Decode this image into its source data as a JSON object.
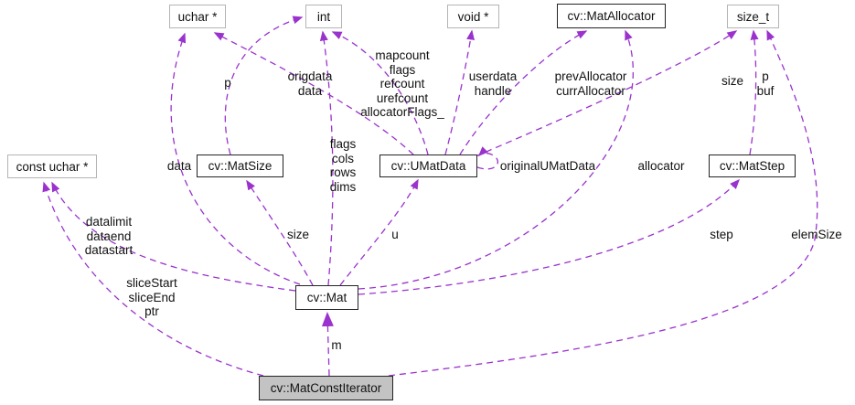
{
  "diagram_title": "cv::MatConstIterator collaboration graph",
  "colors": {
    "edge": "#9a32cd",
    "node_border_linked": "#232323",
    "node_border_plain": "#b4b4b4",
    "current_fill": "#c3c3c3",
    "text": "#111111"
  },
  "nodes": {
    "uchar_ptr": "uchar *",
    "int_type": "int",
    "void_ptr": "void *",
    "mat_allocator": "cv::MatAllocator",
    "size_t_type": "size_t",
    "const_uchar_ptr": "const uchar *",
    "mat_size": "cv::MatSize",
    "umat_data": "cv::UMatData",
    "mat_step": "cv::MatStep",
    "mat": "cv::Mat",
    "mat_const_iterator": "cv::MatConstIterator"
  },
  "edge_labels": {
    "p_matsize": "p",
    "origdata_data": "origdata\ndata",
    "umatdata_ints": "mapcount\nflags\nrefcount\nurefcount\nallocatorFlags_",
    "userdata_handle": "userdata\nhandle",
    "prev_curr_allocator": "prevAllocator\ncurrAllocator",
    "size_umatdata": "size",
    "p_buf": "p\nbuf",
    "data": "data",
    "mat_ints": "flags\ncols\nrows\ndims",
    "original_umatdata": "originalUMatData",
    "allocator": "allocator",
    "size_mat": "size",
    "u": "u",
    "step": "step",
    "elem_size": "elemSize",
    "data_ptrs": "datalimit\ndataend\ndatastart",
    "slice_ptrs": "sliceStart\nsliceEnd\nptr",
    "m": "m"
  }
}
